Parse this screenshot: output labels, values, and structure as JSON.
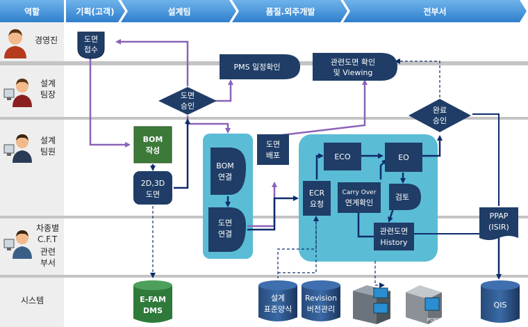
{
  "header": {
    "role": "역할",
    "phases": [
      "기획(고객)",
      "설계팀",
      "품질.외주개발",
      "전부서"
    ]
  },
  "lanes": [
    {
      "lines": [
        "경영진"
      ]
    },
    {
      "lines": [
        "설계",
        "팀장"
      ]
    },
    {
      "lines": [
        "설계",
        "팀원"
      ]
    },
    {
      "lines": [
        "차종별",
        "C.F.T",
        "관련",
        "부서"
      ]
    },
    {
      "lines": [
        "시스템"
      ]
    }
  ],
  "nodes": {
    "drawing_receive": [
      "도면",
      "접수"
    ],
    "pms": [
      "PMS 일정확인"
    ],
    "related_view": [
      "관련도면 확인",
      "및 Viewing"
    ],
    "drawing_approve": [
      "도면",
      "승인"
    ],
    "complete_approve": [
      "완료",
      "승인"
    ],
    "bom_create": [
      "BOM",
      "작성"
    ],
    "drawing_2d3d": [
      "2D,3D",
      "도면"
    ],
    "bom_link": [
      "BOM",
      "연결"
    ],
    "drawing_link": [
      "도면",
      "연결"
    ],
    "drawing_distribute": [
      "도면",
      "배포"
    ],
    "eco": [
      "ECO"
    ],
    "eo": [
      "EO"
    ],
    "ecr": [
      "ECR",
      "요청"
    ],
    "carry_over": [
      "Carry Over",
      "연계확인"
    ],
    "review": [
      "검토"
    ],
    "history": [
      "관련도면",
      "History"
    ],
    "ppap": [
      "PPAP",
      "(ISIR)"
    ],
    "efam": [
      "E-FAM",
      "DMS"
    ],
    "std_form": [
      "설계",
      "표준양식"
    ],
    "revision": [
      "Revision",
      "버전관리"
    ],
    "qis": [
      "QIS"
    ],
    "pop3": [
      "POP3"
    ]
  },
  "colors": {
    "node": "#1f3d66",
    "flow_purple": "#8a63b8",
    "flow_navy": "#0d2c6b",
    "bom_green": "#3d7a3a",
    "panel": "#5bbcd6",
    "header": "#3d8fd6",
    "lane_band": "#c4c4c4"
  },
  "icons": [
    "manager-person-icon",
    "team-lead-person-icon",
    "team-member-person-icon",
    "cft-person-icon",
    "server-icon",
    "pop3-mail-server-icon"
  ]
}
